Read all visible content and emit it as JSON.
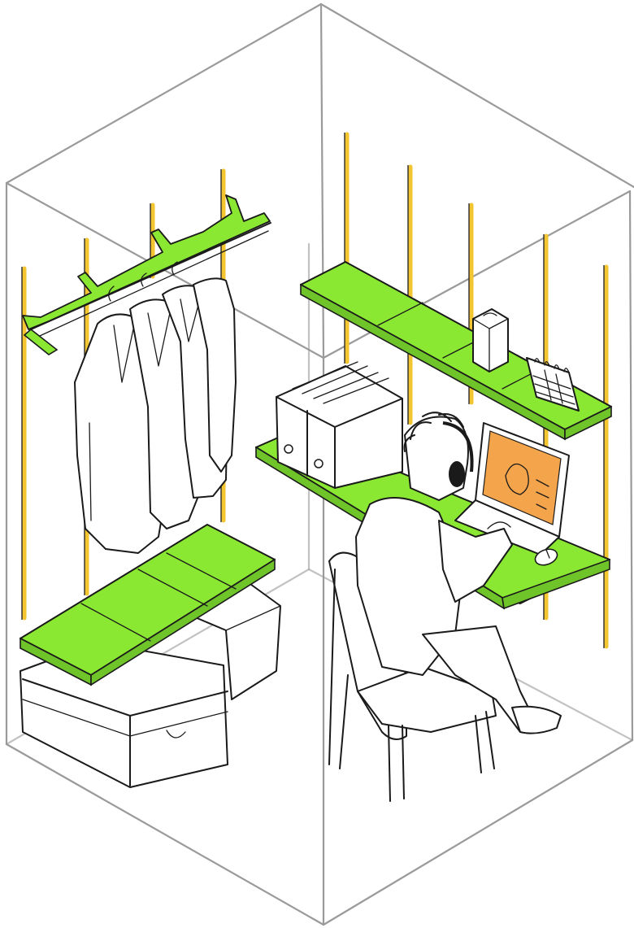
{
  "palette": {
    "accent_green": "#8be832",
    "pole_yellow": "#f2c531",
    "box_outline_gray": "#9a9a9a",
    "ink": "#1a1a1a",
    "screen_orange": "#f4a44a",
    "background": "#ffffff"
  },
  "illustration": {
    "style": "hand-drawn sketch",
    "elements": [
      "wireframe-cube",
      "wall-mounted-poles",
      "clothes-rail",
      "hanging-jackets",
      "wardrobe-bench-shelf",
      "storage-boxes",
      "upper-shelf",
      "tissue-box",
      "desk-calendar",
      "desk-shelf",
      "file-binders",
      "laptop",
      "mouse",
      "chair",
      "person-with-headphones"
    ]
  }
}
